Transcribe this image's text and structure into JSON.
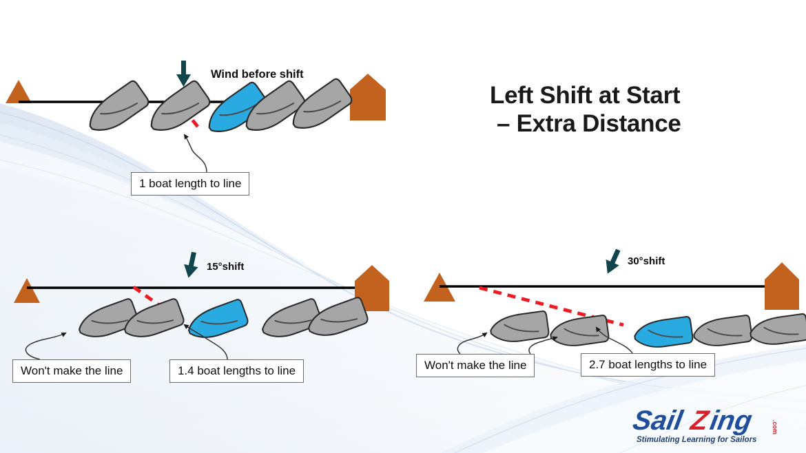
{
  "title": {
    "line1": "Left Shift at Start",
    "line2": "– Extra Distance"
  },
  "labels": {
    "wind_before": "Wind before shift",
    "shift_15": "15°shift",
    "shift_30": "30°shift"
  },
  "callouts": {
    "top_blue": "1 boat length to line",
    "mid_wont_make": "Won't make the line",
    "mid_blue": "1.4 boat lengths to line",
    "right_wont_make": "Won't make the line",
    "right_blue": "2.7 boat lengths to line"
  },
  "logo": {
    "part1": "Sail",
    "part2": "Z",
    "part3": "ing",
    "domain": ".com",
    "tagline": "Stimulating Learning for Sailors"
  },
  "colors": {
    "mark_orange": "#C2621E",
    "boat_gray": "#A6A6A6",
    "boat_blue": "#29ABE2",
    "layline_red": "#ED1C24",
    "wind_arrow": "#10454C",
    "start_line": "#000000",
    "logo_blue": "#1F4E9C",
    "logo_red": "#D8212B",
    "background": "#FFFFFF"
  },
  "diagram": {
    "type": "sailing-tactics-diagram",
    "rows": [
      {
        "name": "before-shift",
        "wind_shift_deg": 0,
        "boats": [
          {
            "fill": "gray",
            "heading_deg": -35
          },
          {
            "fill": "gray",
            "heading_deg": -35
          },
          {
            "fill": "blue",
            "heading_deg": -35
          },
          {
            "fill": "gray",
            "heading_deg": -35
          },
          {
            "fill": "gray",
            "heading_deg": -35
          }
        ],
        "distance_to_line": "1 boat length"
      },
      {
        "name": "after-15-shift",
        "wind_shift_deg": 15,
        "boats": [
          {
            "fill": "gray",
            "heading_deg": -20
          },
          {
            "fill": "gray",
            "heading_deg": -20
          },
          {
            "fill": "blue",
            "heading_deg": -20
          },
          {
            "fill": "gray",
            "heading_deg": -20
          },
          {
            "fill": "gray",
            "heading_deg": -20
          }
        ],
        "distance_to_line": "1.4 boat lengths"
      },
      {
        "name": "after-30-shift",
        "wind_shift_deg": 30,
        "boats": [
          {
            "fill": "gray",
            "heading_deg": -8
          },
          {
            "fill": "gray",
            "heading_deg": -8
          },
          {
            "fill": "blue",
            "heading_deg": -8
          },
          {
            "fill": "gray",
            "heading_deg": -8
          },
          {
            "fill": "gray",
            "heading_deg": -8
          }
        ],
        "distance_to_line": "2.7 boat lengths"
      }
    ]
  }
}
